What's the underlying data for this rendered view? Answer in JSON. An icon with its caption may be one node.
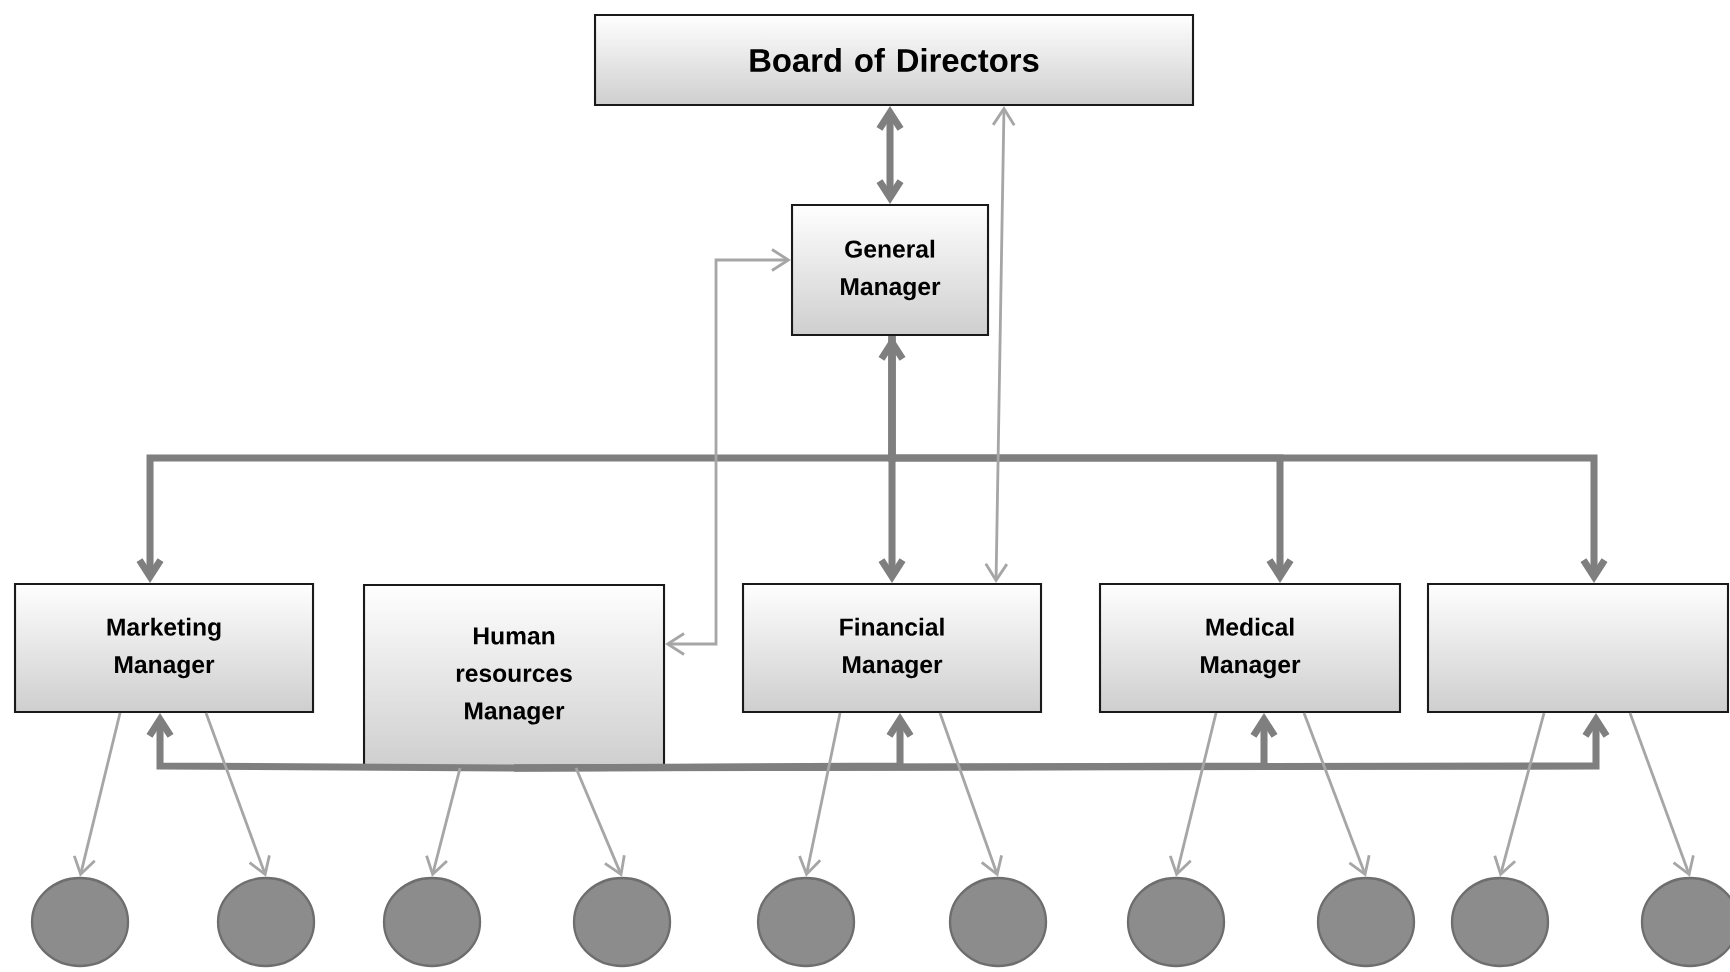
{
  "diagram": {
    "nodes": [
      {
        "text": [
          "Board of Directors"
        ]
      },
      {
        "text": [
          "General Manager"
        ]
      },
      {
        "text": [
          "Marketing Manager"
        ]
      },
      {
        "text": [
          "Human resources Manager"
        ]
      },
      {
        "text": [
          "Financial Manager"
        ]
      },
      {
        "text": [
          "Medical Manager"
        ]
      },
      {
        "text": [],
        "shape": "box"
      },
      {
        "text": [],
        "shape": "circle"
      },
      {
        "text": [],
        "shape": "circle"
      },
      {
        "text": [],
        "shape": "circle"
      },
      {
        "text": [],
        "shape": "circle"
      },
      {
        "text": [],
        "shape": "circle"
      },
      {
        "text": [],
        "shape": "circle"
      },
      {
        "text": [],
        "shape": "circle"
      },
      {
        "text": [],
        "shape": "circle"
      },
      {
        "text": [],
        "shape": "circle"
      },
      {
        "text": [],
        "shape": "circle"
      }
    ],
    "edges": [
      {
        "from": 0,
        "to": 1,
        "arrow": "both",
        "style": "thick",
        "color": "#7f7f7f"
      },
      {
        "from": 1,
        "to": 4,
        "arrow": "both",
        "style": "thick",
        "color": "#7f7f7f"
      },
      {
        "from": 1,
        "to": 2,
        "arrow": "to",
        "style": "thick",
        "color": "#7f7f7f"
      },
      {
        "from": 1,
        "to": 5,
        "arrow": "to",
        "style": "thick",
        "color": "#7f7f7f"
      },
      {
        "from": 1,
        "to": 6,
        "arrow": "to",
        "style": "thick",
        "color": "#7f7f7f"
      },
      {
        "from": 3,
        "to": 1,
        "arrow": "both"
      },
      {
        "from": 4,
        "to": 0,
        "arrow": "both"
      },
      {
        "from": 3,
        "to": 2,
        "arrow": "to",
        "style": "thick",
        "color": "#7f7f7f"
      },
      {
        "from": 3,
        "to": 4,
        "arrow": "to",
        "style": "thick",
        "color": "#7f7f7f"
      },
      {
        "from": 3,
        "to": 5,
        "arrow": "to",
        "style": "thick",
        "color": "#7f7f7f"
      },
      {
        "from": 3,
        "to": 6,
        "arrow": "to",
        "style": "thick",
        "color": "#7f7f7f"
      },
      {
        "from": 2,
        "to": 7,
        "arrow": "to"
      },
      {
        "from": 2,
        "to": 8,
        "arrow": "to"
      },
      {
        "from": 3,
        "to": 9,
        "arrow": "to"
      },
      {
        "from": 3,
        "to": 10,
        "arrow": "to"
      },
      {
        "from": 4,
        "to": 11,
        "arrow": "to"
      },
      {
        "from": 4,
        "to": 12,
        "arrow": "to"
      },
      {
        "from": 5,
        "to": 13,
        "arrow": "to"
      },
      {
        "from": 5,
        "to": 14,
        "arrow": "to"
      },
      {
        "from": 6,
        "to": 15,
        "arrow": "to"
      },
      {
        "from": 6,
        "to": 16,
        "arrow": "to"
      }
    ]
  }
}
